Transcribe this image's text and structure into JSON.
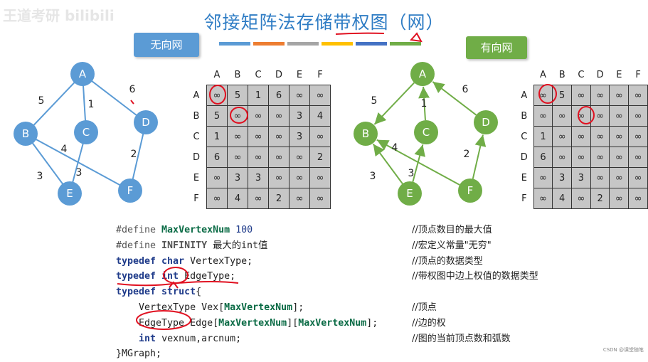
{
  "slide": {
    "title": "邻接矩阵法存储带权图（网）",
    "watermark": "王道考研 bilibili",
    "colorbar": [
      "#5b9bd5",
      "#ed7d31",
      "#a5a5a5",
      "#ffc000",
      "#4472c4",
      "#70ad47"
    ],
    "footer": "CSDN @课堂随笔",
    "accent_blue": "#5b9bd5",
    "accent_green": "#70ad47",
    "annotation_red": "#e01020"
  },
  "undirected": {
    "label": "无向网",
    "vertices": [
      "A",
      "B",
      "C",
      "D",
      "E",
      "F"
    ],
    "edges": [
      {
        "from": "A",
        "to": "B",
        "weight": "5"
      },
      {
        "from": "A",
        "to": "C",
        "weight": "1"
      },
      {
        "from": "A",
        "to": "D",
        "weight": "6"
      },
      {
        "from": "B",
        "to": "F",
        "weight": "4"
      },
      {
        "from": "B",
        "to": "E",
        "weight": "3"
      },
      {
        "from": "C",
        "to": "E",
        "weight": "3"
      },
      {
        "from": "D",
        "to": "F",
        "weight": "2"
      }
    ],
    "matrix": {
      "headers": [
        "A",
        "B",
        "C",
        "D",
        "E",
        "F"
      ],
      "rows": [
        [
          "∞",
          "5",
          "1",
          "6",
          "∞",
          "∞"
        ],
        [
          "5",
          "∞",
          "∞",
          "∞",
          "3",
          "4"
        ],
        [
          "1",
          "∞",
          "∞",
          "∞",
          "3",
          "∞"
        ],
        [
          "6",
          "∞",
          "∞",
          "∞",
          "∞",
          "2"
        ],
        [
          "∞",
          "3",
          "3",
          "∞",
          "∞",
          "∞"
        ],
        [
          "∞",
          "4",
          "∞",
          "2",
          "∞",
          "∞"
        ]
      ]
    }
  },
  "directed": {
    "label": "有向网",
    "vertices": [
      "A",
      "B",
      "C",
      "D",
      "E",
      "F"
    ],
    "edges": [
      {
        "from": "A",
        "to": "B",
        "weight": "5"
      },
      {
        "from": "C",
        "to": "A",
        "weight": "1"
      },
      {
        "from": "D",
        "to": "A",
        "weight": "6"
      },
      {
        "from": "F",
        "to": "B",
        "weight": "4"
      },
      {
        "from": "E",
        "to": "B",
        "weight": "3"
      },
      {
        "from": "E",
        "to": "C",
        "weight": "3"
      },
      {
        "from": "F",
        "to": "D",
        "weight": "2"
      }
    ],
    "matrix": {
      "headers": [
        "A",
        "B",
        "C",
        "D",
        "E",
        "F"
      ],
      "rows": [
        [
          "∞",
          "5",
          "∞",
          "∞",
          "∞",
          "∞"
        ],
        [
          "∞",
          "∞",
          "∞",
          "∞",
          "∞",
          "∞"
        ],
        [
          "1",
          "∞",
          "∞",
          "∞",
          "∞",
          "∞"
        ],
        [
          "6",
          "∞",
          "∞",
          "∞",
          "∞",
          "∞"
        ],
        [
          "∞",
          "3",
          "3",
          "∞",
          "∞",
          "∞"
        ],
        [
          "∞",
          "4",
          "∞",
          "2",
          "∞",
          "∞"
        ]
      ]
    }
  },
  "code": [
    {
      "parts": [
        {
          "t": "#define ",
          "c": "pp"
        },
        {
          "t": "MaxVertexNum",
          "c": "nm"
        },
        {
          "t": " 100",
          "c": "num"
        }
      ],
      "comment": "//顶点数目的最大值"
    },
    {
      "parts": [
        {
          "t": "#define ",
          "c": "pp"
        },
        {
          "t": "INFINITY",
          "c": "pp b"
        },
        {
          "t": " 最大的int值",
          "c": "plain"
        }
      ],
      "comment": "//宏定义常量\"无穷\""
    },
    {
      "parts": [
        {
          "t": "typedef ",
          "c": "kw"
        },
        {
          "t": "char",
          "c": "kw"
        },
        {
          "t": " VertexType;",
          "c": "plain"
        }
      ],
      "comment": "//顶点的数据类型"
    },
    {
      "parts": [
        {
          "t": "typedef ",
          "c": "kw"
        },
        {
          "t": "int",
          "c": "kw"
        },
        {
          "t": " EdgeType;",
          "c": "plain"
        }
      ],
      "comment": "//带权图中边上权值的数据类型"
    },
    {
      "parts": [
        {
          "t": "typedef ",
          "c": "kw"
        },
        {
          "t": "struct",
          "c": "kw"
        },
        {
          "t": "{",
          "c": "plain"
        }
      ],
      "comment": ""
    },
    {
      "parts": [
        {
          "t": "    VertexType Vex[",
          "c": "plain"
        },
        {
          "t": "MaxVertexNum",
          "c": "nm"
        },
        {
          "t": "];",
          "c": "plain"
        }
      ],
      "comment": "//顶点"
    },
    {
      "parts": [
        {
          "t": "    EdgeType Edge[",
          "c": "plain"
        },
        {
          "t": "MaxVertexNum",
          "c": "nm"
        },
        {
          "t": "][",
          "c": "plain"
        },
        {
          "t": "MaxVertexNum",
          "c": "nm"
        },
        {
          "t": "];",
          "c": "plain"
        }
      ],
      "comment": "//边的权"
    },
    {
      "parts": [
        {
          "t": "    ",
          "c": "plain"
        },
        {
          "t": "int",
          "c": "kw"
        },
        {
          "t": " vexnum,arcnum;",
          "c": "plain"
        }
      ],
      "comment": "//图的当前顶点数和弧数"
    },
    {
      "parts": [
        {
          "t": "}MGraph;",
          "c": "plain"
        }
      ],
      "comment": ""
    }
  ]
}
